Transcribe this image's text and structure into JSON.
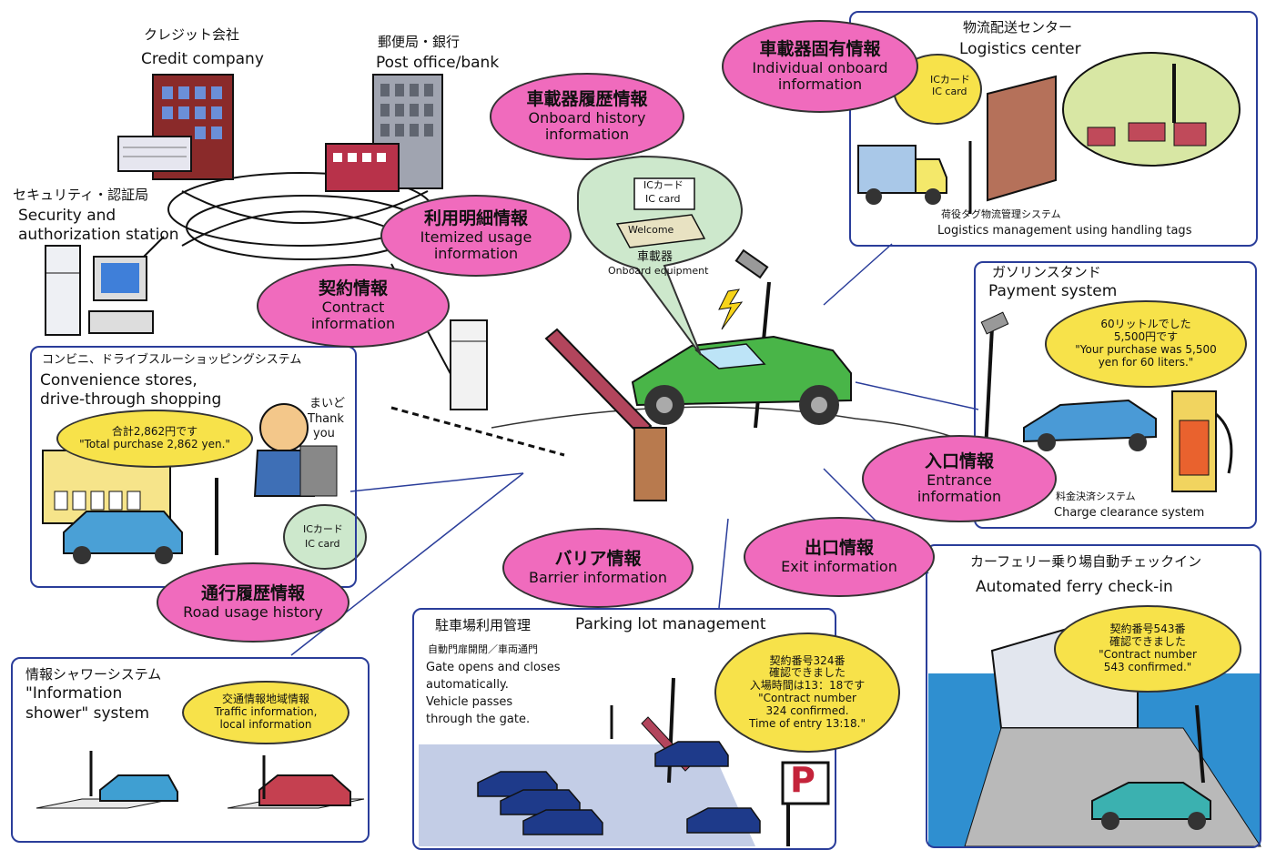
{
  "labels": {
    "credit_jp": "クレジット会社",
    "credit_en": "Credit company",
    "post_jp": "郵便局・銀行",
    "post_en": "Post office/bank",
    "security_jp": "セキュリティ・認証局",
    "security_en1": "Security and",
    "security_en2": "authorization station",
    "conv_jp": "コンビニ、ドライブスルーショッピングシステム",
    "conv_en1": "Convenience stores,",
    "conv_en2": "drive-through shopping",
    "thanks_jp": "まいど",
    "thanks_en1": "Thank",
    "thanks_en2": "you",
    "shower_jp": "情報シャワーシステム",
    "shower_en1": "\"Information",
    "shower_en2": "shower\" system",
    "parking_jp": "駐車場利用管理",
    "parking_en": "Parking lot management",
    "gate_jp": "自動門扉開閉／車両通門",
    "gate_en1": "Gate opens and closes",
    "gate_en2": "automatically.",
    "gate_en3": "Vehicle passes",
    "gate_en4": "through the gate.",
    "parking_sign": "P",
    "logistics_jp": "物流配送センター",
    "logistics_en": "Logistics center",
    "tags_jp": "荷役タグ物流管理システム",
    "tags_en": "Logistics management using handling tags",
    "gas_jp": "ガソリンスタンド",
    "gas_en": "Payment system",
    "charge_jp": "料金決済システム",
    "charge_en": "Charge clearance system",
    "ferry_jp": "カーフェリー乗り場自動チェックイン",
    "ferry_en": "Automated ferry check-in",
    "onboard_jp": "車載器",
    "onboard_en": "Onboard equipment",
    "welcome": "Welcome",
    "iccard_jp": "ICカード",
    "iccard_en": "IC card"
  },
  "bubbles": {
    "history_jp": "車載器履歴情報",
    "history_en1": "Onboard history",
    "history_en2": "information",
    "itemized_jp": "利用明細情報",
    "itemized_en1": "Itemized usage",
    "itemized_en2": "information",
    "contract_jp": "契約情報",
    "contract_en1": "Contract",
    "contract_en2": "information",
    "individual_jp": "車載器固有情報",
    "individual_en1": "Individual onboard",
    "individual_en2": "information",
    "entrance_jp": "入口情報",
    "entrance_en1": "Entrance",
    "entrance_en2": "information",
    "exit_jp": "出口情報",
    "exit_en": "Exit information",
    "barrier_jp": "バリア情報",
    "barrier_en": "Barrier information",
    "road_jp": "通行履歴情報",
    "road_en": "Road usage history"
  },
  "speech": {
    "conv_jp": "合計2,862円です",
    "conv_en": "\"Total purchase 2,862 yen.\"",
    "gas_jp1": "60リットルでした",
    "gas_jp2": "5,500円です",
    "gas_en1": "\"Your purchase was 5,500",
    "gas_en2": "yen for 60 liters.\"",
    "traffic_jp": "交通情報地域情報",
    "traffic_en1": "Traffic information,",
    "traffic_en2": "local information",
    "parking_jp1": "契約番号324番",
    "parking_jp2": "確認できました",
    "parking_jp3": "入場時間は13：18です",
    "parking_en1": "\"Contract number",
    "parking_en2": "324 confirmed.",
    "parking_en3": "Time of entry 13:18.\"",
    "ferry_jp1": "契約番号543番",
    "ferry_jp2": "確認できました",
    "ferry_en1": "\"Contract number",
    "ferry_en2": "543 confirmed.\""
  },
  "colors": {
    "bubble_pink": "#f06bbd",
    "speech_yellow": "#f7e24a",
    "panel_border": "#2a3d9a",
    "center_car": "#49b548",
    "water": "#2f8fd0"
  }
}
